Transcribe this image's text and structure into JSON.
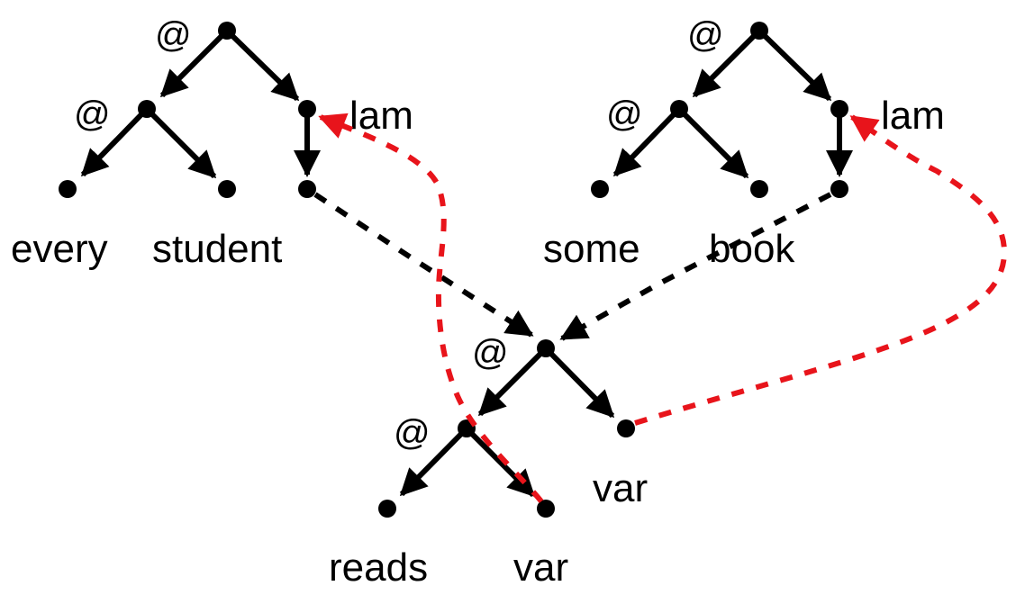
{
  "diagram": {
    "tree_every_student": {
      "root_label": "@",
      "inner_label": "@",
      "lam_label": "lam",
      "leaf_left": "every",
      "leaf_right": "student"
    },
    "tree_some_book": {
      "root_label": "@",
      "inner_label": "@",
      "lam_label": "lam",
      "leaf_left": "some",
      "leaf_right": "book"
    },
    "tree_reads": {
      "root_label": "@",
      "inner_label": "@",
      "leaf_left": "reads",
      "leaf_var": "var",
      "right_var": "var"
    },
    "colors": {
      "edge": "#000000",
      "binding": "#e8141b",
      "link": "#000000"
    }
  }
}
